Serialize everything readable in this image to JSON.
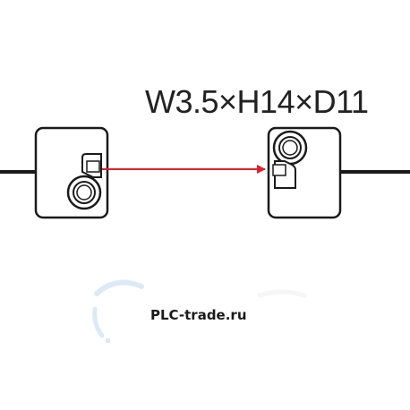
{
  "diagram": {
    "dimension_label": "W3.5×H14×D11",
    "emitter": {
      "name": "emitter-sensor"
    },
    "receiver": {
      "name": "receiver-sensor"
    },
    "beam": {
      "color": "#e0202a",
      "direction": "left-to-right"
    },
    "cable_color": "#1a1a1a"
  },
  "watermark": {
    "text": "PLC-trade.ru",
    "logo": "circular-arc-logo"
  }
}
